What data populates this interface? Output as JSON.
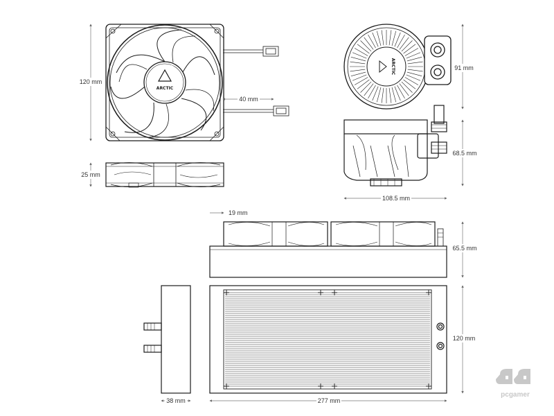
{
  "dimensions": {
    "fan_height": "120 mm",
    "fan_cable_length": "40 mm",
    "fan_thickness": "25 mm",
    "pump_height": "91 mm",
    "pump_depth": "68.5 mm",
    "pump_width": "108.5 mm",
    "fitting_offset": "19 mm",
    "radiator_height_with_fans": "65.5 mm",
    "radiator_height": "120 mm",
    "radiator_side_width": "38 mm",
    "radiator_length": "277 mm"
  },
  "branding": {
    "fan_logo": "ARCTIC",
    "pump_logo": "ARCTIC",
    "watermark": "pcgamer"
  },
  "colors": {
    "line": "#1a1a1a",
    "dimension": "#666666",
    "text": "#333333",
    "watermark": "#c8c8c8"
  }
}
